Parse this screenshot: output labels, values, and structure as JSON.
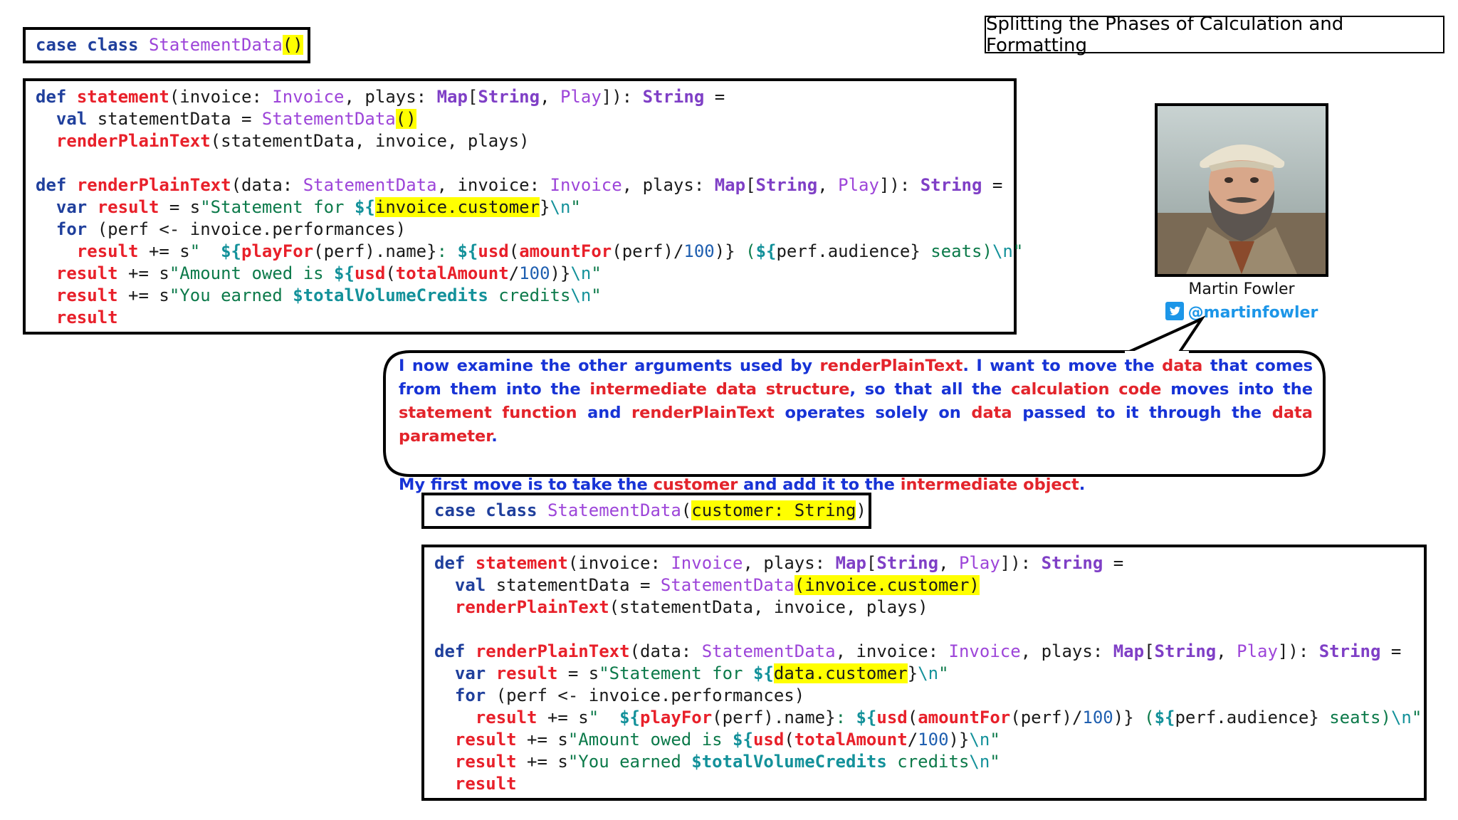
{
  "slide_title": "Splitting the Phases of Calculation and Formatting",
  "author": {
    "name": "Martin Fowler",
    "handle": "@martinfowler",
    "photo_icon": "person-portrait-icon",
    "social_icon": "twitter-icon"
  },
  "colors": {
    "keyword": "#1f3f9c",
    "function": "#e8202a",
    "type": "#9d45d9",
    "string": "#0c7a4a",
    "interpolation": "#13919a",
    "number": "#1f5fb0",
    "highlight": "#ffff00",
    "bubble_blue": "#1733d6",
    "bubble_red": "#e3242b",
    "twitter": "#1c96e8"
  },
  "before": {
    "case_class": {
      "kw": "case class",
      "name": "StatementData",
      "params": "()"
    },
    "code": {
      "l1_def": "def",
      "l1_fn": "statement",
      "l1_a": "(invoice: ",
      "l1_t1": "Invoice",
      "l1_b": ", plays: ",
      "l1_t2": "Map",
      "l1_c": "[",
      "l1_t3": "String",
      "l1_d": ", ",
      "l1_t4": "Play",
      "l1_e": "]): ",
      "l1_t5": "String",
      "l1_f": " =",
      "l2_val": "val",
      "l2_a": " statementData = ",
      "l2_t": "StatementData",
      "l2_args": "()",
      "l3_fn": "renderPlainText",
      "l3_a": "(statementData, invoice, plays)",
      "l5_def": "def",
      "l5_fn": "renderPlainText",
      "l5_a": "(data: ",
      "l5_t1": "StatementData",
      "l5_b": ", invoice: ",
      "l5_t2": "Invoice",
      "l5_c": ", plays: ",
      "l5_t3": "Map",
      "l5_d": "[",
      "l5_t4": "String",
      "l5_e": ", ",
      "l5_t5": "Play",
      "l5_f": "]): ",
      "l5_t6": "String",
      "l5_g": " =",
      "l6_var": "var",
      "l6_result": "result",
      "l6_a": " = s",
      "l6_str": "\"Statement for ",
      "l6_open": "${",
      "l6_expr": "invoice.customer",
      "l6_close": "}",
      "l6_esc": "\\n",
      "l6_q": "\"",
      "l7_for": "for",
      "l7_a": " (perf <- invoice.performances)",
      "l8_result": "result",
      "l8_a": " += s",
      "l8_str": "\"  ",
      "l8_open": "${",
      "l8_fn": "playFor",
      "l8_b": "(perf).name",
      "l8_close": "}",
      "l8_c": ": ",
      "l8_open2": "${",
      "l8_fn2": "usd",
      "l8_d": "(",
      "l8_fn3": "amountFor",
      "l8_e": "(perf)/",
      "l8_num": "100",
      "l8_f": ")",
      "l8_close2": "}",
      "l8_g": " (",
      "l8_open3": "${",
      "l8_h": "perf.audience",
      "l8_close3": "}",
      "l8_str2": " seats)",
      "l8_esc": "\\n",
      "l8_q": "\"",
      "l9_result": "result",
      "l9_a": " += s",
      "l9_str": "\"Amount owed is ",
      "l9_open": "${",
      "l9_fn": "usd",
      "l9_b": "(",
      "l9_fn2": "totalAmount",
      "l9_c": "/",
      "l9_num": "100",
      "l9_d": ")",
      "l9_close": "}",
      "l9_esc": "\\n",
      "l9_q": "\"",
      "l10_result": "result",
      "l10_a": " += s",
      "l10_str": "\"You earned ",
      "l10_var": "$totalVolumeCredits",
      "l10_str2": " credits",
      "l10_esc": "\\n",
      "l10_q": "\"",
      "l11_result": "result"
    }
  },
  "bubble": {
    "p1": [
      {
        "t": "I now examine the other arguments used by ",
        "c": "blue"
      },
      {
        "t": "renderPlainText",
        "c": "red"
      },
      {
        "t": ". I want to move the ",
        "c": "blue"
      },
      {
        "t": "data",
        "c": "red"
      },
      {
        "t": " that comes from them into the ",
        "c": "blue"
      },
      {
        "t": "intermediate data structure",
        "c": "red"
      },
      {
        "t": ", so that all the ",
        "c": "blue"
      },
      {
        "t": "calculation code",
        "c": "red"
      },
      {
        "t": " moves into the ",
        "c": "blue"
      },
      {
        "t": "statement function",
        "c": "red"
      },
      {
        "t": " and ",
        "c": "blue"
      },
      {
        "t": "renderPlainText",
        "c": "red"
      },
      {
        "t": " operates solely on ",
        "c": "blue"
      },
      {
        "t": "data",
        "c": "red"
      },
      {
        "t": " passed to it through the ",
        "c": "blue"
      },
      {
        "t": "data parameter",
        "c": "red"
      },
      {
        "t": ".",
        "c": "blue"
      }
    ],
    "p2": [
      {
        "t": "My first move is to take the ",
        "c": "blue"
      },
      {
        "t": "customer",
        "c": "red"
      },
      {
        "t": " and add it to the ",
        "c": "blue"
      },
      {
        "t": "intermediate object",
        "c": "red"
      },
      {
        "t": ".",
        "c": "blue"
      }
    ]
  },
  "after": {
    "case_class": {
      "kw": "case class",
      "name": "StatementData",
      "open": "(",
      "params": "customer: String",
      "close": ")"
    },
    "code": {
      "l2_args": "(invoice.customer)",
      "l6_expr": "data.customer"
    }
  }
}
